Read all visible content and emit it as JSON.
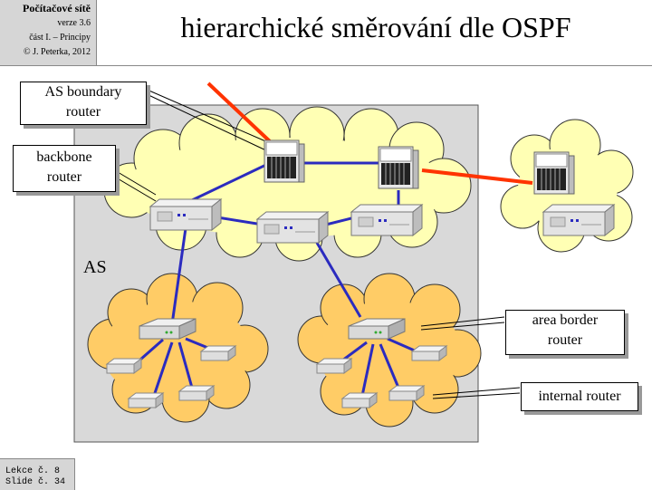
{
  "header": {
    "course": "Počítačové sítě",
    "version": "verze 3.6",
    "part": "část I. – Principy",
    "copyright": "© J. Peterka, 2012"
  },
  "title": "hierarchické směrování  dle OSPF",
  "footer": {
    "lecture": "Lekce č. 8",
    "slide": "Slide č. 34"
  },
  "labels": {
    "as": "AS",
    "as_boundary_router": [
      "AS boundary",
      "router"
    ],
    "backbone_router": [
      "backbone",
      "router"
    ],
    "area_border_router": [
      "area border",
      "router"
    ],
    "internal_router": "internal router"
  },
  "colors": {
    "as_region": "#d9d9d9",
    "backbone_cloud": "#ffffb4",
    "area_cloud": "#ffcc66",
    "link": "#2b2bbf",
    "external_link": "#ff3300"
  },
  "icons": [
    "chassis-router-icon",
    "desktop-router-icon",
    "hub-router-icon",
    "internal-router-icon"
  ]
}
